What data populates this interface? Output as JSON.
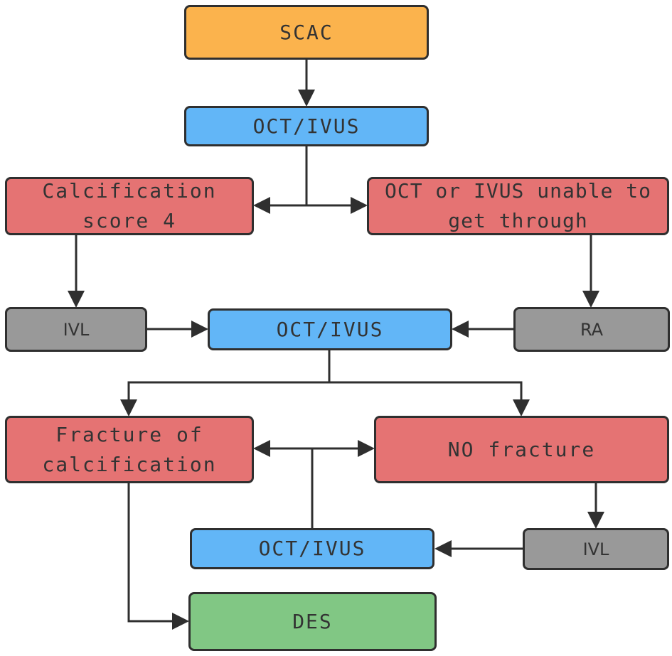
{
  "colors": {
    "start": "#FBB34D",
    "imaging": "#62B6F7",
    "finding": "#E57373",
    "therapy": "#999999",
    "outcome": "#81C784",
    "stroke": "#2F2F2F"
  },
  "nodes": {
    "scac": {
      "label": "SCAC"
    },
    "oct_ivus_1": {
      "label": "OCT/IVUS"
    },
    "calcification_score": {
      "label": "Calcification\nscore 4"
    },
    "unable_through": {
      "label": "OCT or IVUS unable to\nget through"
    },
    "ivl_1": {
      "label": "IVL"
    },
    "oct_ivus_2": {
      "label": "OCT/IVUS"
    },
    "ra": {
      "label": "RA"
    },
    "fracture": {
      "label": "Fracture of\ncalcification"
    },
    "no_fracture": {
      "label": "NO fracture"
    },
    "oct_ivus_3": {
      "label": "OCT/IVUS"
    },
    "ivl_2": {
      "label": "IVL"
    },
    "des": {
      "label": "DES"
    }
  }
}
